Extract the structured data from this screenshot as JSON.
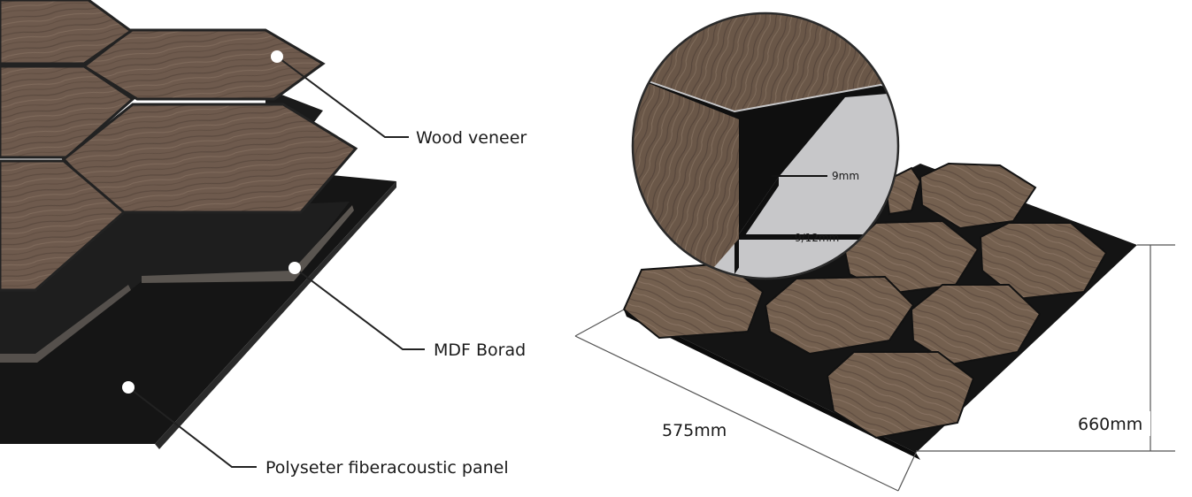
{
  "left_diagram": {
    "layers": [
      {
        "key": "veneer",
        "label": "Wood veneer"
      },
      {
        "key": "mdf",
        "label": "MDF Borad"
      },
      {
        "key": "panel",
        "label": "Polyseter fiberacoustic panel"
      }
    ]
  },
  "right_diagram": {
    "thickness_top": "9mm",
    "thickness_bottom": "9/12mm",
    "width_dim": "575mm",
    "height_dim": "660mm"
  },
  "colors": {
    "wood": "#6e5a4d",
    "wood_light": "#857062",
    "wood_dark": "#4d3f35",
    "panel_black": "#151515",
    "mdf_grey": "#55504c",
    "zoom_grey": "#c7c7c9"
  }
}
